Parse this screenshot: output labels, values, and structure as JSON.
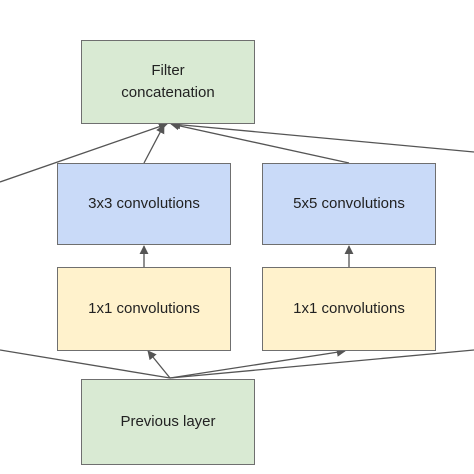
{
  "diagram": {
    "colors": {
      "green_box": "#d9ead3",
      "blue_box": "#c9daf8",
      "yellow_box": "#fff2cc",
      "border": "#6f6f6f",
      "edge": "#555555"
    },
    "nodes": {
      "filter_concat": {
        "label": "Filter\nconcatenation"
      },
      "conv3x3": {
        "label": "3x3 convolutions"
      },
      "conv5x5": {
        "label": "5x5 convolutions"
      },
      "reduce_left": {
        "label": "1x1 convolutions"
      },
      "reduce_right": {
        "label": "1x1 convolutions"
      },
      "previous_layer": {
        "label": "Previous layer"
      }
    },
    "edges": [
      {
        "from": "previous_layer",
        "to": "reduce_left"
      },
      {
        "from": "previous_layer",
        "to": "reduce_right"
      },
      {
        "from": "reduce_left",
        "to": "conv3x3"
      },
      {
        "from": "reduce_right",
        "to": "conv5x5"
      },
      {
        "from": "conv3x3",
        "to": "filter_concat"
      },
      {
        "from": "conv5x5",
        "to": "filter_concat"
      },
      {
        "from": "previous_layer",
        "to": "offscreen_left"
      },
      {
        "from": "previous_layer",
        "to": "offscreen_right"
      },
      {
        "from": "offscreen_left",
        "to": "filter_concat"
      },
      {
        "from": "offscreen_right",
        "to": "filter_concat"
      }
    ]
  }
}
